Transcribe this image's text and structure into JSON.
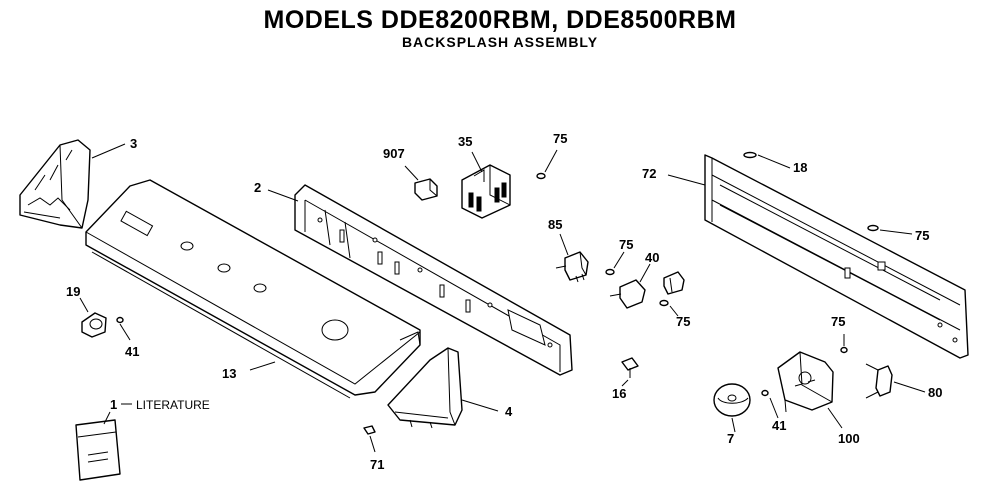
{
  "header": {
    "title": "MODELS DDE8200RBM, DDE8500RBM",
    "subtitle": "BACKSPLASH ASSEMBLY"
  },
  "parts": [
    {
      "id": "p3",
      "label": "3"
    },
    {
      "id": "p2",
      "label": "2"
    },
    {
      "id": "p13",
      "label": "13"
    },
    {
      "id": "p19",
      "label": "19"
    },
    {
      "id": "p41a",
      "label": "41"
    },
    {
      "id": "p1",
      "label": "1"
    },
    {
      "id": "p1lit",
      "label": "LITERATURE"
    },
    {
      "id": "p71",
      "label": "71"
    },
    {
      "id": "p4",
      "label": "4"
    },
    {
      "id": "p907",
      "label": "907"
    },
    {
      "id": "p35",
      "label": "35"
    },
    {
      "id": "p75a",
      "label": "75"
    },
    {
      "id": "p85",
      "label": "85"
    },
    {
      "id": "p75b",
      "label": "75"
    },
    {
      "id": "p40",
      "label": "40"
    },
    {
      "id": "p75c",
      "label": "75"
    },
    {
      "id": "p16",
      "label": "16"
    },
    {
      "id": "p72",
      "label": "72"
    },
    {
      "id": "p18",
      "label": "18"
    },
    {
      "id": "p75d",
      "label": "75"
    },
    {
      "id": "p75e",
      "label": "75"
    },
    {
      "id": "p80",
      "label": "80"
    },
    {
      "id": "p7",
      "label": "7"
    },
    {
      "id": "p41b",
      "label": "41"
    },
    {
      "id": "p100",
      "label": "100"
    }
  ]
}
